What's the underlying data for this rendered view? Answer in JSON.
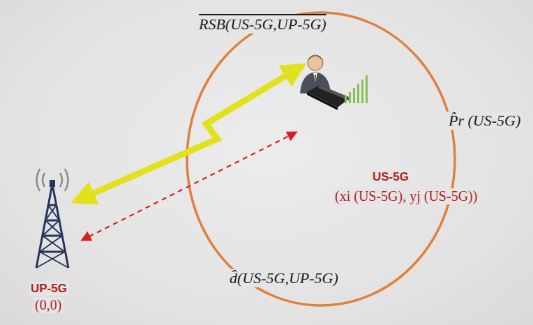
{
  "diagram": {
    "nodes": [
      {
        "text": [
          "UP-5G",
          "(0,0)"
        ]
      },
      {
        "text": [
          "US-5G",
          "(xi (US-5G), yj (US-5G))"
        ]
      }
    ],
    "edges": [
      {
        "from": 1,
        "to": 0,
        "arrow": "both"
      },
      {
        "from": 1,
        "to": 0,
        "arrow": "both"
      }
    ],
    "labels": [
      "RSB(US-5G,UP-5G)",
      "P̂r (US-5G)",
      "d̂(US-5G,UP-5G)"
    ]
  }
}
